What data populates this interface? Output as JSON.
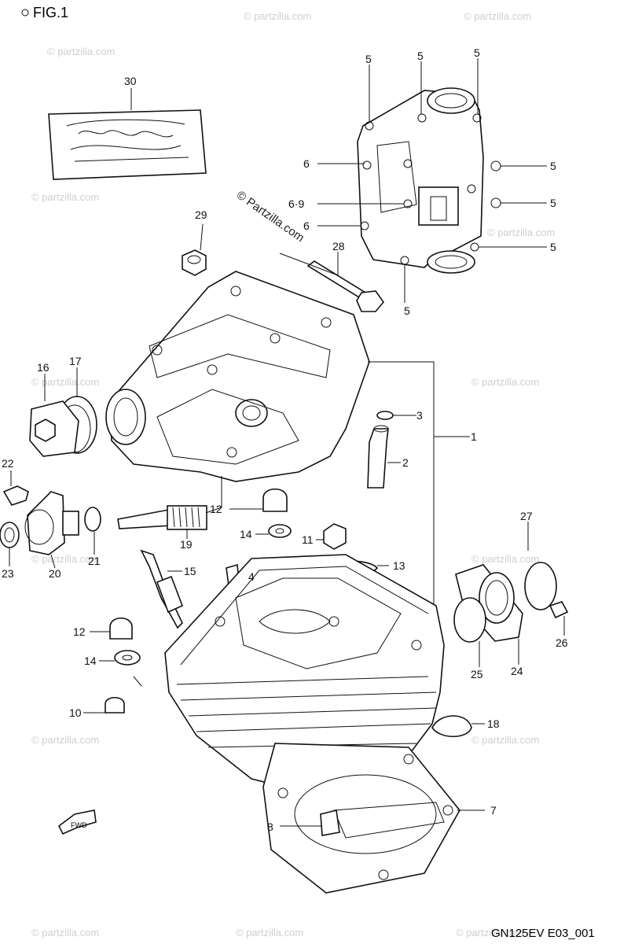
{
  "figure": {
    "title": "FIG.1",
    "code": "GN125EV E03_001",
    "fwd_arrow": "FWD",
    "watermark": "© Partzilla.com",
    "watermark_small": "© partzilla.com"
  },
  "callouts": [
    {
      "id": "c30",
      "label": "30"
    },
    {
      "id": "c5a",
      "label": "5"
    },
    {
      "id": "c5b",
      "label": "5"
    },
    {
      "id": "c5c",
      "label": "5"
    },
    {
      "id": "c6a",
      "label": "6"
    },
    {
      "id": "c5d",
      "label": "5"
    },
    {
      "id": "c69",
      "label": "6·9"
    },
    {
      "id": "c5e",
      "label": "5"
    },
    {
      "id": "c6b",
      "label": "6"
    },
    {
      "id": "c5f",
      "label": "5"
    },
    {
      "id": "c29",
      "label": "29"
    },
    {
      "id": "c28",
      "label": "28"
    },
    {
      "id": "c5g",
      "label": "5"
    },
    {
      "id": "c16",
      "label": "16"
    },
    {
      "id": "c17",
      "label": "17"
    },
    {
      "id": "c3",
      "label": "3"
    },
    {
      "id": "c1",
      "label": "1"
    },
    {
      "id": "c2",
      "label": "2"
    },
    {
      "id": "c22",
      "label": "22"
    },
    {
      "id": "c12a",
      "label": "12"
    },
    {
      "id": "c14a",
      "label": "14"
    },
    {
      "id": "c11",
      "label": "11"
    },
    {
      "id": "c27",
      "label": "27"
    },
    {
      "id": "c23",
      "label": "23"
    },
    {
      "id": "c20",
      "label": "20"
    },
    {
      "id": "c21",
      "label": "21"
    },
    {
      "id": "c19",
      "label": "19"
    },
    {
      "id": "c13",
      "label": "13"
    },
    {
      "id": "c15",
      "label": "15"
    },
    {
      "id": "c4",
      "label": "4"
    },
    {
      "id": "c12b",
      "label": "12"
    },
    {
      "id": "c14b",
      "label": "14"
    },
    {
      "id": "c26",
      "label": "26"
    },
    {
      "id": "c24",
      "label": "24"
    },
    {
      "id": "c25",
      "label": "25"
    },
    {
      "id": "c10",
      "label": "10"
    },
    {
      "id": "c18",
      "label": "18"
    },
    {
      "id": "c7",
      "label": "7"
    },
    {
      "id": "c8",
      "label": "8"
    }
  ]
}
